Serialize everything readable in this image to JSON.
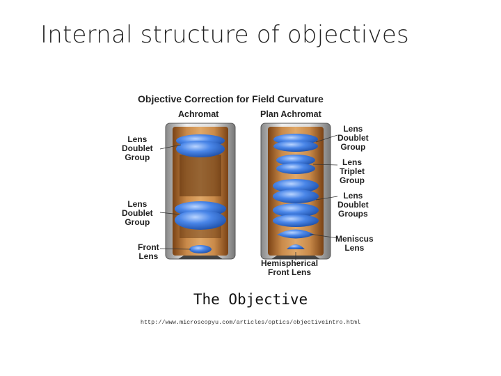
{
  "slide": {
    "title": "Internal structure of objectives",
    "caption": "The Objective",
    "source": "http://www.microscopyu.com/articles/optics/objectiveintro.html"
  },
  "figure": {
    "title": "Objective Correction for Field Curvature",
    "achromat": {
      "heading": "Achromat",
      "labels": {
        "doublet_top": "Lens\nDoublet\nGroup",
        "doublet_bottom": "Lens\nDoublet\nGroup",
        "front": "Front\nLens"
      }
    },
    "plan_achromat": {
      "heading": "Plan Achromat",
      "labels": {
        "doublet_top": "Lens\nDoublet\nGroup",
        "triplet": "Lens\nTriplet\nGroup",
        "doublet_groups": "Lens\nDoublet\nGroups",
        "meniscus": "Meniscus\nLens",
        "hemispherical": "Hemispherical\nFront Lens"
      }
    },
    "colors": {
      "barrel_brown": "#9a5a22",
      "barrel_light": "#c98a4a",
      "lens_blue": "#2f6fd6",
      "lens_highlight": "#8fb8f5",
      "metal": "#d9d9d9"
    }
  }
}
